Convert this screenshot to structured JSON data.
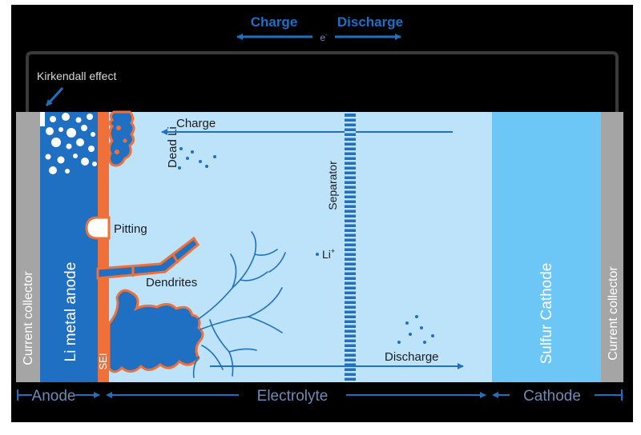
{
  "title": {
    "charge": "Charge",
    "discharge": "Discharge",
    "electron": "e",
    "electron_sup": "-"
  },
  "labels": {
    "kirkendall": "Kirkendall effect",
    "dead_li": "Dead Li",
    "charge": "Charge",
    "pitting": "Pitting",
    "dendrites": "Dendrites",
    "separator": "Separator",
    "li_ion": "Li",
    "li_ion_sup": "+",
    "discharge": "Discharge",
    "sei": "SEI",
    "current_collector_left": "Current collector",
    "li_metal_anode": "Li metal anode",
    "sulfur_cathode": "Sulfur Cathode",
    "current_collector_right": "Current collector"
  },
  "regions": {
    "anode": "Anode",
    "electrolyte": "Electrolyte",
    "cathode": "Cathode"
  },
  "colors": {
    "frame": "#000000",
    "collector": "#a5a5a5",
    "anode": "#1f6fc2",
    "sei": "#f0703a",
    "electrolyte": "#bde3fa",
    "cathode": "#6cc6f6",
    "arrow": "#1f6fc2",
    "text_dark": "#1b1b1b",
    "text_light": "#ffffff"
  }
}
